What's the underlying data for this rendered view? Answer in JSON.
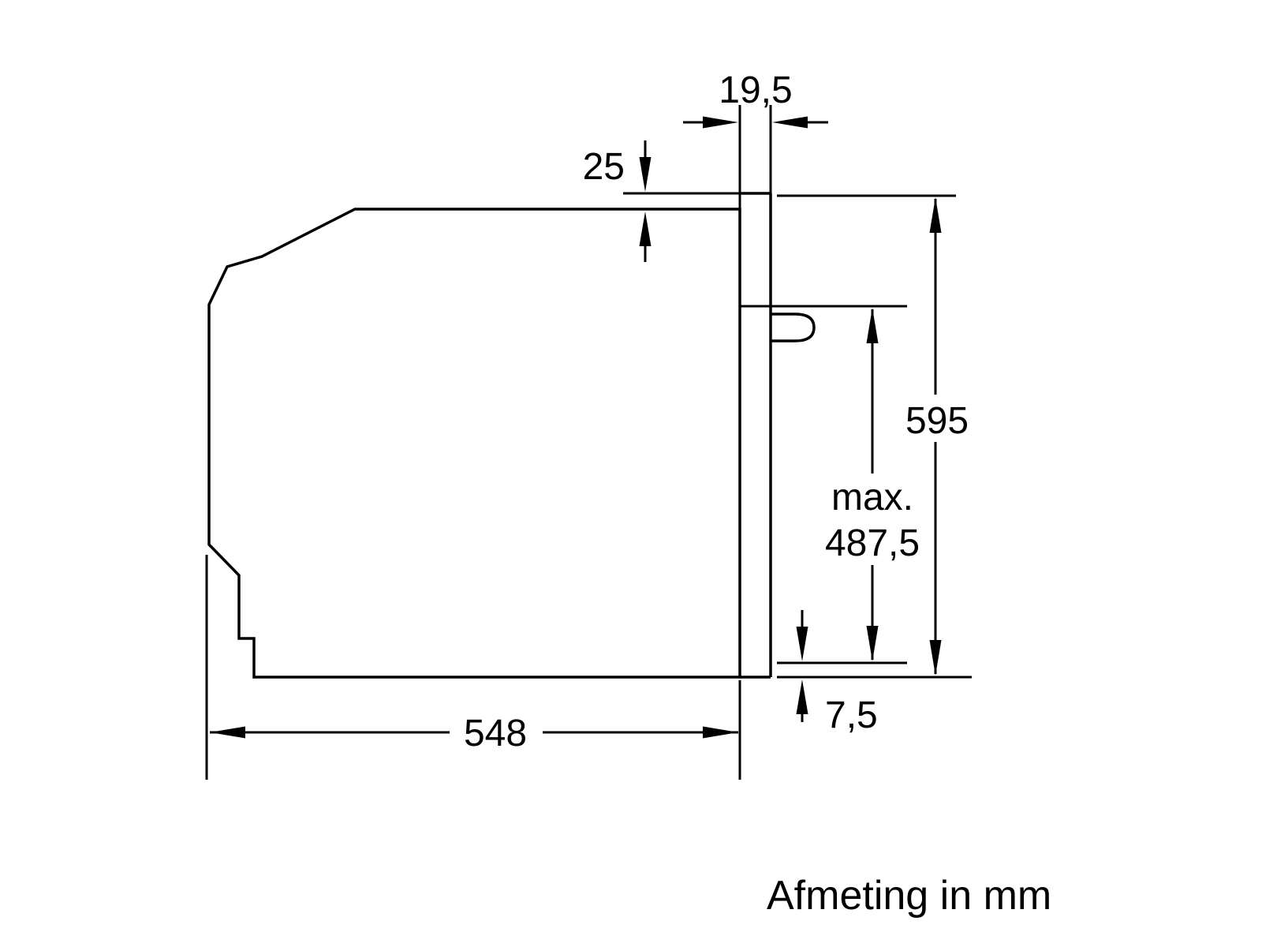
{
  "diagram": {
    "type": "appliance-installation-dimension-drawing",
    "caption": "Afmeting in mm",
    "colors": {
      "line": "#000000",
      "background": "#ffffff"
    },
    "labels": {
      "panel_thickness": "19,5",
      "top_overhang": "25",
      "total_height": "595",
      "max_prefix": "max.",
      "max_value": "487,5",
      "bottom_gap": "7,5",
      "body_depth": "548"
    },
    "dimensions_mm": {
      "panel_thickness": 19.5,
      "top_overhang": 25,
      "total_height": 595,
      "max_height": 487.5,
      "bottom_gap": 7.5,
      "body_depth": 548
    }
  }
}
